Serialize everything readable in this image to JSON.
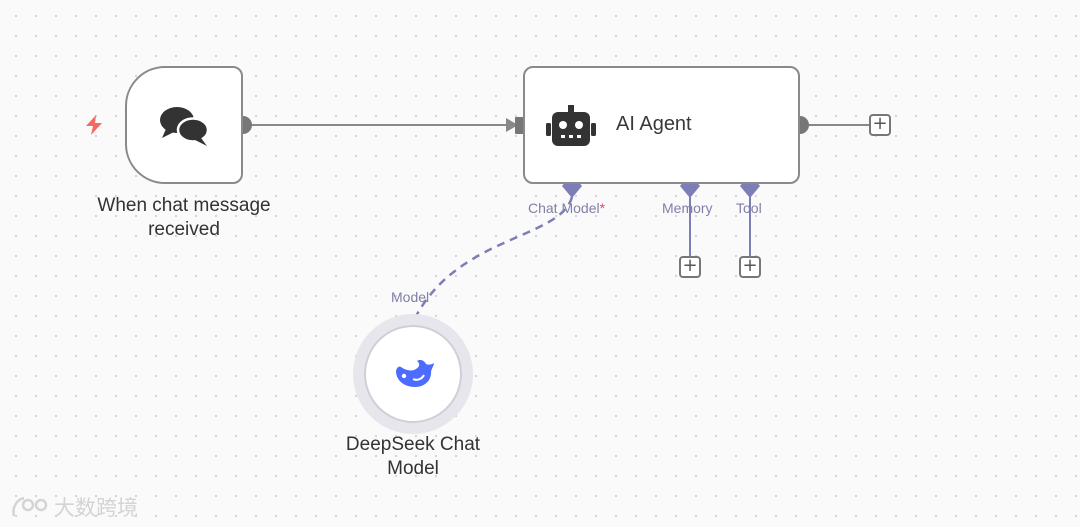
{
  "nodes": {
    "trigger": {
      "label": "When chat message\nreceived",
      "icon": "chat-bubbles-icon",
      "trigger_icon": "lightning-bolt-icon"
    },
    "agent": {
      "title": "AI Agent",
      "icon": "robot-icon"
    },
    "deepseek": {
      "label": "DeepSeek Chat\nModel",
      "icon": "deepseek-whale-icon"
    }
  },
  "ports": {
    "chat_model": "Chat Model",
    "chat_model_required": "*",
    "memory": "Memory",
    "tool": "Tool",
    "model": "Model"
  },
  "buttons": {
    "add": "+"
  },
  "watermark": {
    "text": "大数跨境"
  },
  "colors": {
    "node_border": "#8a8a8a",
    "connector": "#7d7db8",
    "port_label": "#7f7fa8",
    "trigger_bolt": "#f26b5e",
    "deepseek_blue": "#4d6bfe",
    "required": "#e04a6b"
  }
}
